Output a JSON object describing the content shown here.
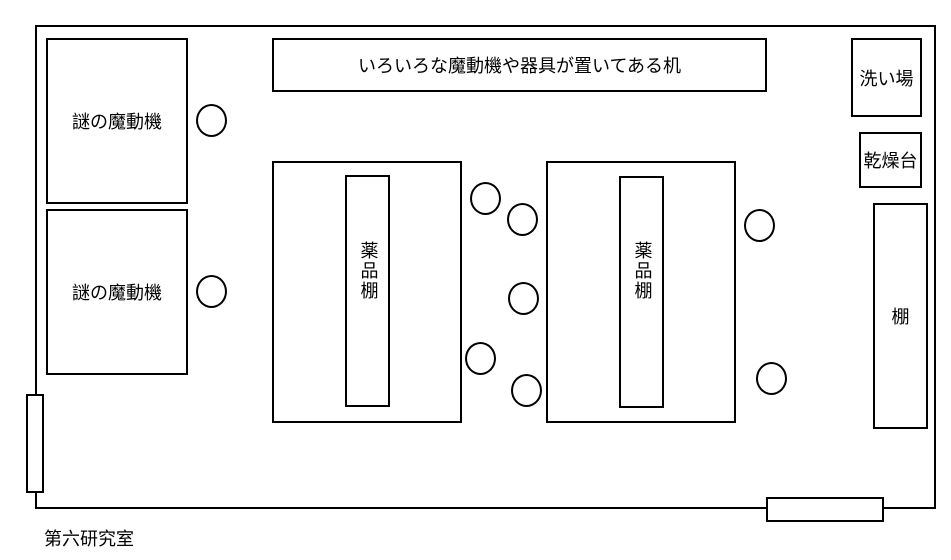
{
  "room": {
    "name": "第六研究室",
    "machines": [
      {
        "label": "謎の魔動機"
      },
      {
        "label": "謎の魔動機"
      }
    ],
    "top_desk": "いろいろな魔動機や器具が置いてある机",
    "sink": "洗い場",
    "drying_rack": "乾燥台",
    "shelf": "棚",
    "medicine_shelves": [
      {
        "label": "薬品棚"
      },
      {
        "label": "薬品棚"
      }
    ]
  }
}
